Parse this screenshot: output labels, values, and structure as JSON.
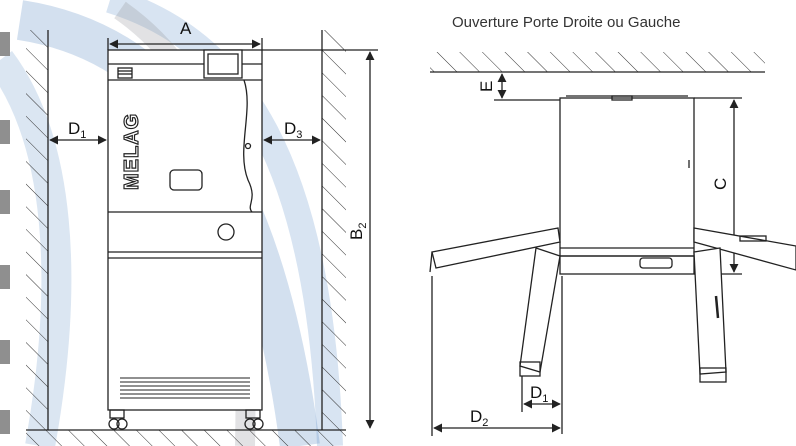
{
  "title": "Ouverture Porte Droite ou Gauche",
  "brand": "MELAG",
  "labels": {
    "A": "A",
    "B": "B",
    "B_sub": "2",
    "C": "C",
    "D": "D",
    "D1_sub": "1",
    "D2_sub": "2",
    "D3_sub": "3",
    "E": "E"
  },
  "colors": {
    "line": "#222222",
    "watermark_blue": "#2f6db5",
    "watermark_gray": "#8a8f96",
    "edge_bar": "#8f8f8f"
  }
}
